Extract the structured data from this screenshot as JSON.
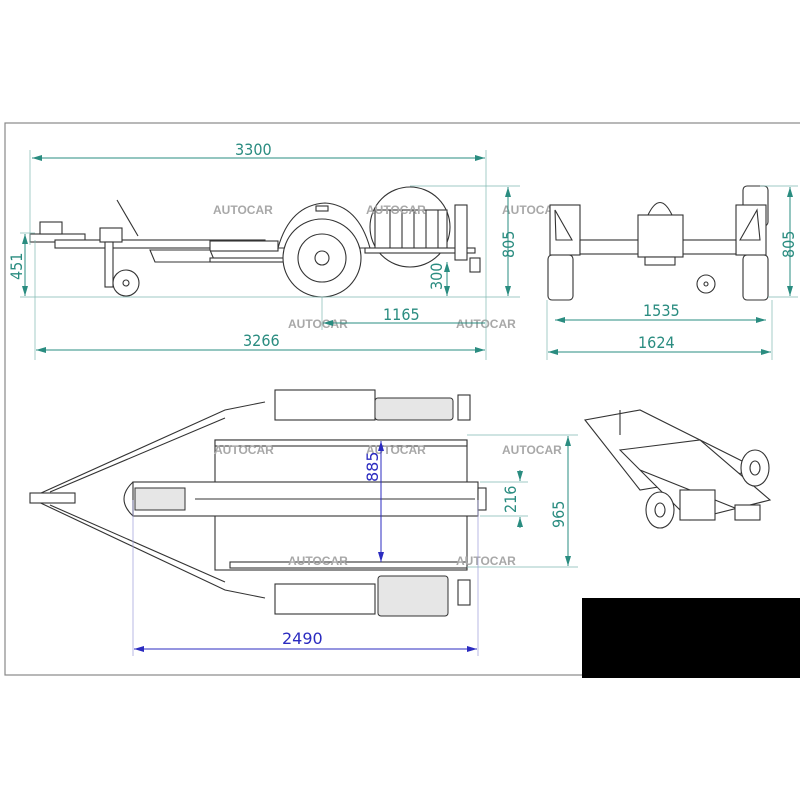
{
  "watermark": "AUTOCAR",
  "colors": {
    "dimension": "#2a8c80",
    "dimension_blue": "#2b2bc0",
    "frame": "#888888",
    "line": "#333333"
  },
  "side_view": {
    "overall_length": "3300",
    "body_length": "3266",
    "axle_to_rear": "1165",
    "drawbar_height": "451",
    "deck_height": "300",
    "overall_height": "805"
  },
  "rear_view": {
    "track_width": "1535",
    "overall_width": "1624",
    "overall_height": "805"
  },
  "top_view": {
    "inner_width": "885",
    "rail_width": "216",
    "deck_width": "965",
    "deck_length": "2490"
  }
}
